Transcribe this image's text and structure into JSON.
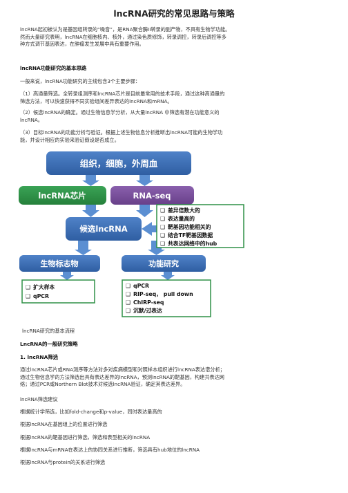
{
  "title": "lncRNA研究的常见思路与策略",
  "intro": [
    "lncRNA起初被认为是基因组转录的“噪音”，是RNA聚合酶II转录的副产物，不具有生物学功能。",
    "然而大量研究表明，lncRNA在细胞核内、核外，通过染色质修饰，转录调控，转录后调控等多",
    "种方式调节基因表达，在肿瘤发生发展中具有重要作用。"
  ],
  "section1_heading": "lncRNA功能研究的基本思路",
  "section1_lead": "一般来说，lncRNA功能研究的主线包含3个主要步骤：",
  "steps": [
    [
      "（1）高通量筛选。全转录组测序和lncRNA芯片是目前最常用的技术手段，通过这种高通量的",
      "筛选方法，可以快速获得不同实验组间差异表达的lncRNA和mRNA。"
    ],
    [
      "（2）候选lncRNA的确定。通过生物信息学分析，从大量lncRNA 中筛选有潜在功能意义的",
      "lncRNA。"
    ],
    [
      "（3）目标lncRNA的功能分析与验证。根据上述生物信息分析推断出lncRNA可能的生物学功",
      "能，并设计相应的实验来验证假设是否成立。"
    ]
  ],
  "flowchart": {
    "top": "组织，细胞，外周血",
    "chip": "lncRNA芯片",
    "seq": "RNA-seq",
    "candidate": "候选lncRNA",
    "criteria": [
      "差异倍数大的",
      "表达量高的",
      "靶基因功能相关的",
      "结合TF靶基因数据",
      "共表达网络中的hub"
    ],
    "biomarker": "生物标志物",
    "function": "功能研究",
    "biomarker_items": [
      "扩大样本",
      "qPCR"
    ],
    "function_items": [
      "qPCR",
      "RIP-seq， pull down",
      "ChIRP-seq",
      "沉默/过表达"
    ],
    "colors": {
      "blue": "#3d6fb6",
      "green": "#2f9147",
      "purple": "#7a4f9c",
      "arrow": "#5b8fd2"
    }
  },
  "caption": "lncRNA研究的基本流程",
  "section2_heading": "LncRNA的一般研究策略",
  "section2_sub": "1. lncRNA筛选",
  "section2_para": [
    "通过lncRNA芯片或RNA测序等方法对多对疾病模型和对照样本组织进行lncRNA表达谱分析；",
    "通过生物信息学的方法筛选出具有表达差异的lncRNA，预测lncRNA的靶基因，构建共表达网",
    "络；通过PCR或Northern Blot技术对候选lncRNA验证，确定其表达差异。"
  ],
  "suggest_heading": "lncRNA筛选建议",
  "suggestions": [
    "根据统计学筛选，比如fold-change和p-value，同时表达量高的",
    "根据lncRNA在基因组上的位置进行筛选",
    "根据lncRNA的靶基因进行筛选，筛选和表型相关的lncRNA",
    "根据lncRNA与mRNA在表达上的协同关系进行推断，筛选具有hub地位的lncRNA",
    "根据lncRNA与protein的关系进行筛选"
  ]
}
